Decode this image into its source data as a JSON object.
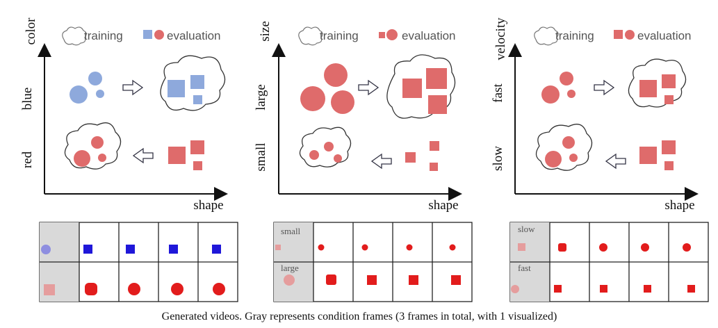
{
  "colors": {
    "blue_shape": "#8ea9dc",
    "red_shape": "#df6b6b",
    "frame_blue": "#1f17d9",
    "frame_red": "#e21c1c",
    "frame_faded": "#e59d9d",
    "gray_cell": "#d9d9d9"
  },
  "legend": {
    "training": "training",
    "evaluation": "evaluation"
  },
  "panels": [
    {
      "y_axis": "color",
      "x_axis": "shape",
      "top_label": "blue",
      "bottom_label": "red"
    },
    {
      "y_axis": "size",
      "x_axis": "shape",
      "top_label": "large",
      "bottom_label": "small"
    },
    {
      "y_axis": "velocity",
      "x_axis": "shape",
      "top_label": "fast",
      "bottom_label": "slow"
    }
  ],
  "frames": [
    {
      "row_labels": [
        "",
        ""
      ]
    },
    {
      "row_labels": [
        "small",
        "large"
      ]
    },
    {
      "row_labels": [
        "slow",
        "fast"
      ]
    }
  ],
  "caption": "Generated videos. Gray represents condition frames (3 frames in total, with 1 visualized)"
}
